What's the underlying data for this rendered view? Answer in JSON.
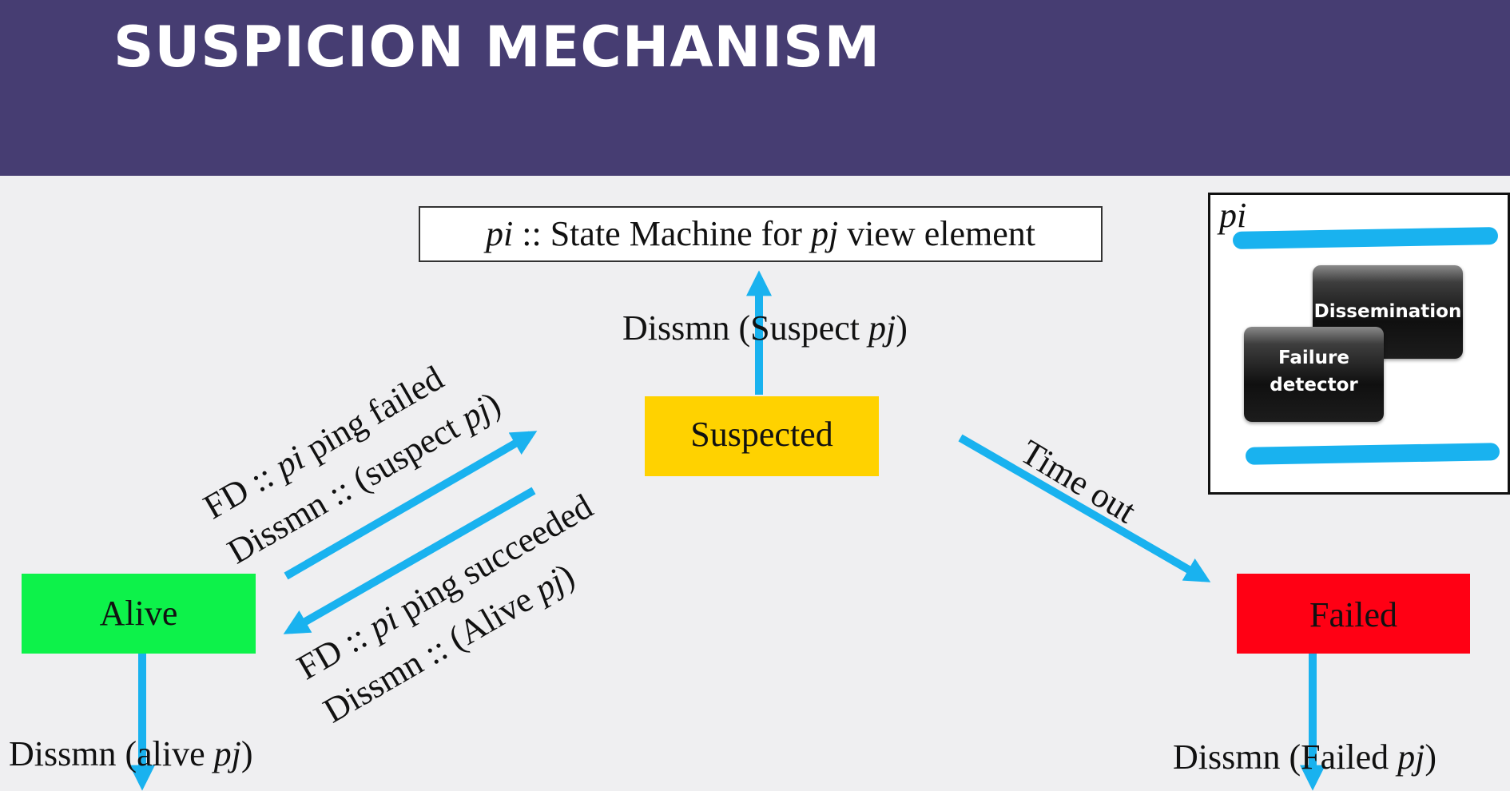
{
  "header": {
    "title": "SUSPICION MECHANISM"
  },
  "caption": {
    "pi": "pi",
    "sep": " :: State Machine for ",
    "pj": "pj",
    "rest": " view element"
  },
  "states": {
    "alive": "Alive",
    "suspected": "Suspected",
    "failed": "Failed"
  },
  "transitions": {
    "alive_to_suspected": {
      "line1_a": "FD :: ",
      "line1_pi": "pi",
      "line1_b": " ping failed",
      "line2_a": "Dissmn :: (suspect ",
      "line2_pj": "pj",
      "line2_b": ")"
    },
    "suspected_to_alive": {
      "line1_a": "FD :: ",
      "line1_pi": "pi",
      "line1_b": " ping succeeded",
      "line2_a": "Dissmn :: (Alive ",
      "line2_pj": "pj",
      "line2_b": ")"
    },
    "suspected_to_failed": "Time out",
    "suspected_out": {
      "a": "Dissmn  (Suspect ",
      "pj": "pj",
      "b": ")"
    },
    "alive_out": {
      "a": "Dissmn  (alive ",
      "pj": "pj",
      "b": ")"
    },
    "failed_out": {
      "a": "Dissmn  (Failed ",
      "pj": "pj",
      "b": ")"
    }
  },
  "inset": {
    "label": "pi",
    "dissemination": "Dissemination",
    "failure_detector_1": "Failure",
    "failure_detector_2": "detector"
  },
  "colors": {
    "header_bg": "#463d72",
    "arrow": "#19b2ef",
    "alive": "#0df24a",
    "suspected": "#ffd200",
    "failed": "#ff0014"
  }
}
